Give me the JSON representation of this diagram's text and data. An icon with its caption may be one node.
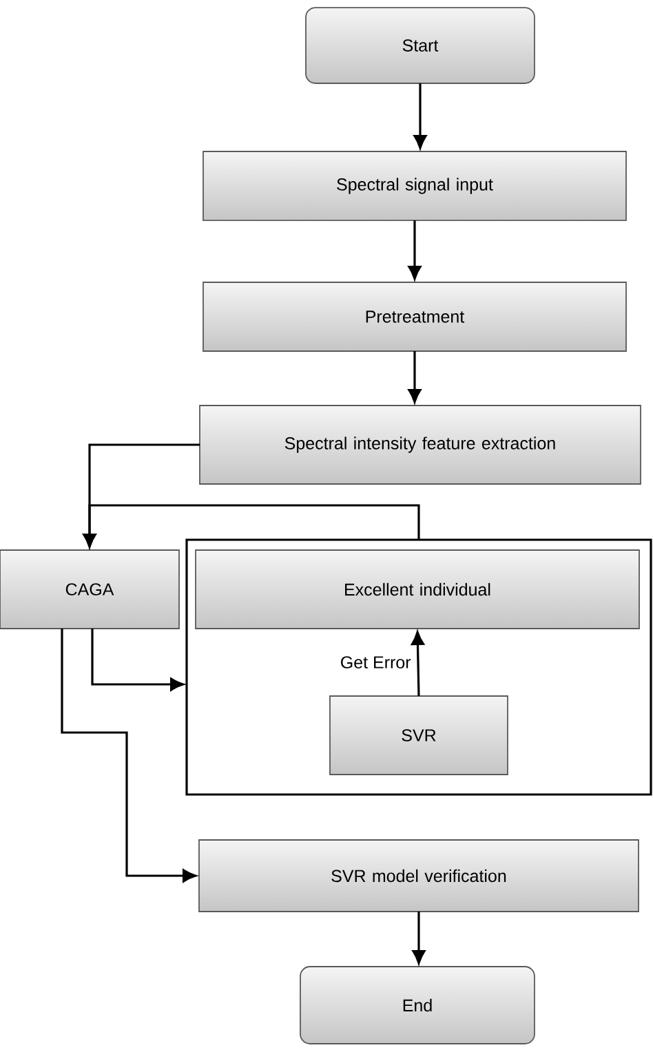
{
  "diagram": {
    "nodes": [
      {
        "text": [
          "Start"
        ]
      },
      {
        "text": [
          "Spectral signal input"
        ]
      },
      {
        "text": [
          "Pretreatment"
        ]
      },
      {
        "text": [
          "Spectral intensity feature extraction"
        ]
      },
      {
        "text": [
          "CAGA"
        ]
      },
      {
        "text": [],
        "shape": "box"
      },
      {
        "text": [
          "Excellent individual"
        ],
        "in": 5
      },
      {
        "text": [
          "SVR"
        ],
        "in": 5
      },
      {
        "text": [
          "SVR model verification"
        ]
      },
      {
        "text": [
          "End"
        ]
      }
    ],
    "edges": [
      {
        "from": 0,
        "to": 1,
        "arrow": "to"
      },
      {
        "from": 1,
        "to": 2,
        "arrow": "to"
      },
      {
        "from": 2,
        "to": 3,
        "arrow": "to"
      },
      {
        "from": 3,
        "to": 4,
        "arrow": "to"
      },
      {
        "from": 5,
        "to": 4,
        "arrow": "to"
      },
      {
        "from": 4,
        "to": 5,
        "arrow": "to"
      },
      {
        "from": 7,
        "to": 6,
        "arrow": "to",
        "label": "Get Error"
      },
      {
        "from": 4,
        "to": 8,
        "arrow": "to"
      },
      {
        "from": 8,
        "to": 9,
        "arrow": "to"
      }
    ]
  }
}
